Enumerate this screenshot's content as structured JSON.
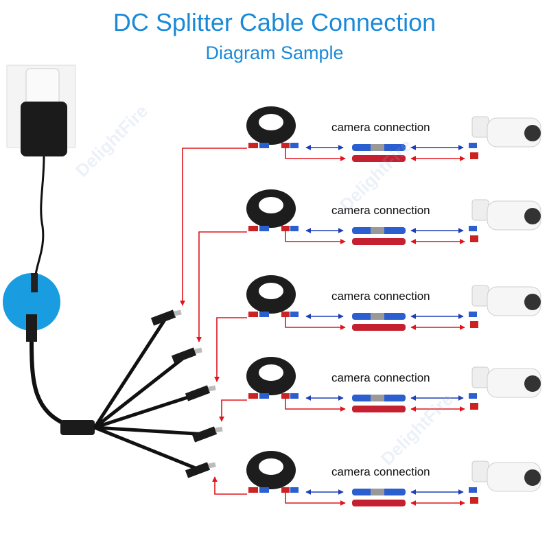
{
  "header": {
    "title": "DC Splitter Cable Connection",
    "subtitle": "Diagram Sample"
  },
  "rows": [
    {
      "label": "camera connection"
    },
    {
      "label": "camera connection"
    },
    {
      "label": "camera connection"
    },
    {
      "label": "camera connection"
    },
    {
      "label": "camera connection"
    }
  ],
  "watermark": "DelightFire",
  "colors": {
    "title": "#1a8ad8",
    "power_arrow": "#e0141c",
    "video_arrow": "#1f3fb5",
    "highlight_circle": "#1a9ce0"
  }
}
